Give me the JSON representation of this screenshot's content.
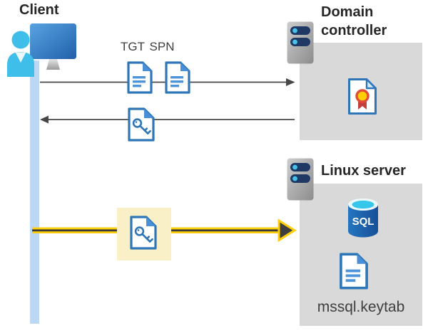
{
  "diagram": {
    "client": {
      "label": "Client"
    },
    "tickets": {
      "tgt_label": "TGT",
      "spn_label": "SPN"
    },
    "domain_controller": {
      "label": "Domain controller"
    },
    "linux_server": {
      "label": "Linux server",
      "sql_label": "SQL",
      "keytab_label": "mssql.keytab"
    },
    "flows": [
      {
        "name": "ticket-request",
        "from": "client",
        "to": "domain-controller",
        "direction": "right",
        "items": [
          "TGT",
          "SPN"
        ]
      },
      {
        "name": "ticket-response",
        "from": "domain-controller",
        "to": "client",
        "direction": "left",
        "items": [
          "service-key-ticket"
        ]
      },
      {
        "name": "authenticated-sql-connection",
        "from": "client",
        "to": "linux-server",
        "direction": "right",
        "items": [
          "service-key-ticket"
        ],
        "highlighted": true
      }
    ],
    "icons": [
      "client-user-workstation-icon",
      "document-icon",
      "key-document-icon",
      "server-icon",
      "certificate-icon",
      "sql-database-icon"
    ],
    "colors": {
      "accent_blue": "#2E76B8",
      "doc_line_blue": "#4E94D8",
      "timeline_blue": "#BDD8F2",
      "box_gray": "#D9D9D9",
      "arrow_gray": "#474747",
      "highlight_yellow_fill": "#FAF0C8",
      "connection_yellow": "#FFCE0A",
      "server_bar_navy": "#1F3864",
      "cyan_accent": "#45C3EA",
      "person_cyan": "#3EBEE8",
      "text_dark": "#262626",
      "cert_red": "#C2403E",
      "cert_gold": "#FFCE00",
      "sql_cylinder_blue": "#1C61AE"
    }
  }
}
